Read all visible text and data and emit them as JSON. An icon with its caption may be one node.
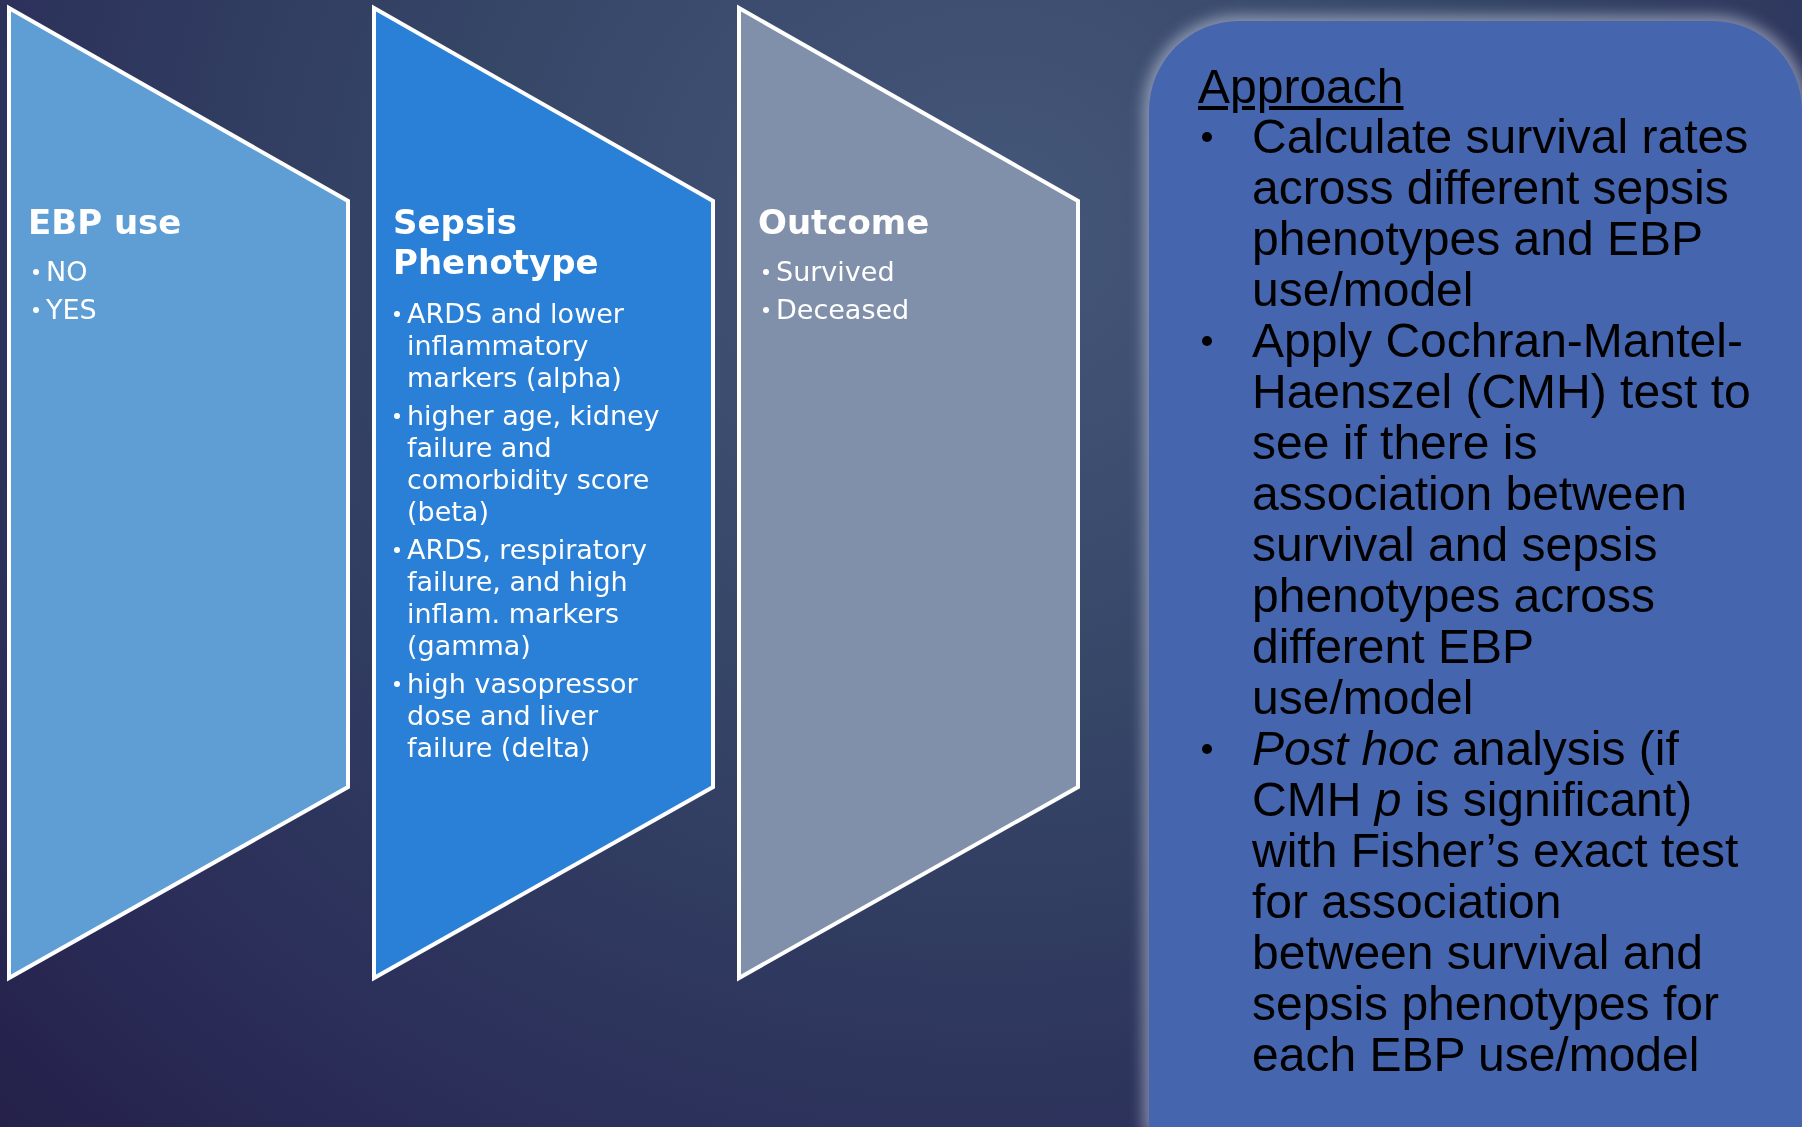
{
  "diagram": {
    "nodes": [
      {
        "text": [
          "EBP use",
          "NO",
          "YES"
        ]
      },
      {
        "text": [
          "Sepsis Phenotype",
          "ARDS and lower inflammatory markers (alpha)",
          "higher age, kidney failure and comorbidity score (beta)",
          "ARDS, respiratory failure, and high inflam. markers (gamma)",
          "high vasopressor dose and liver failure (delta)"
        ]
      },
      {
        "text": [
          "Outcome",
          "Survived",
          "Deceased"
        ]
      },
      {
        "text": [
          "Approach",
          "Calculate survival rates across different sepsis phenotypes and EBP use/model",
          "Apply Cochran-Mantel-Haenszel (CMH) test to see if there is association between survival and sepsis phenotypes across different EBP use/model",
          "*Post hoc* analysis (if CMH *p* is significant) with Fisher’s exact test for association between survival and sepsis phenotypes for each EBP use/model"
        ]
      }
    ]
  }
}
